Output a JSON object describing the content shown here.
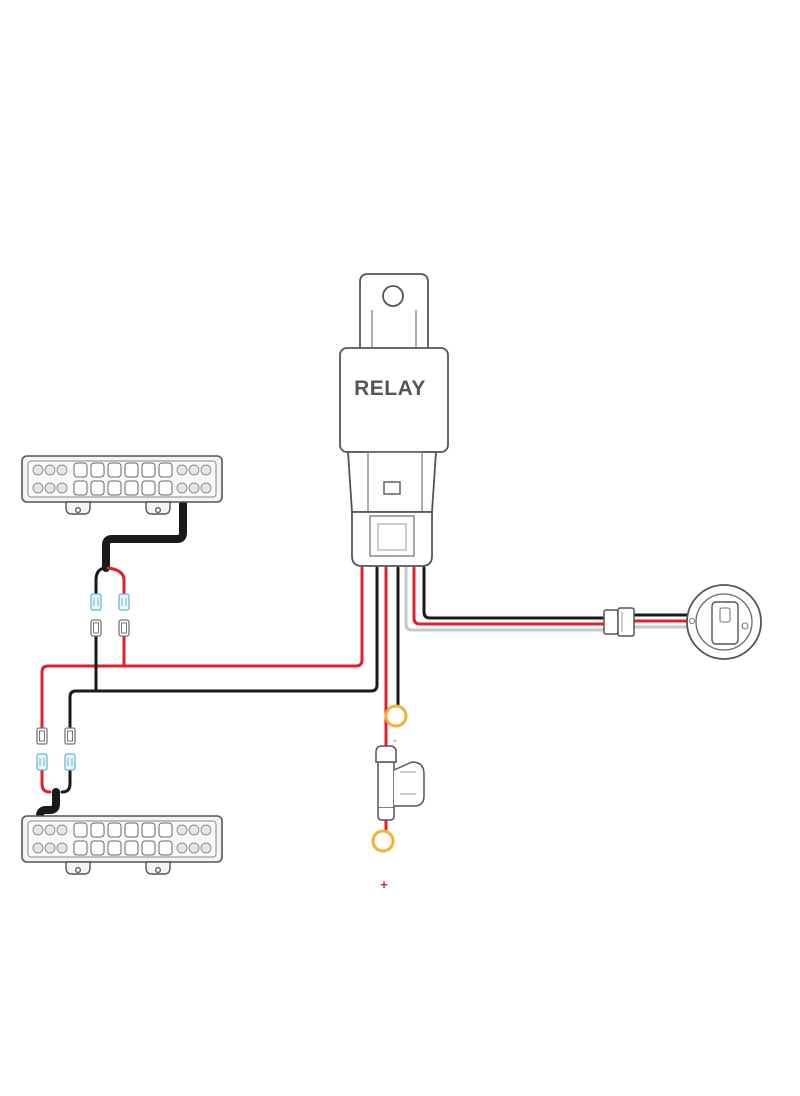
{
  "relay": {
    "label": "RELAY"
  },
  "battery": {
    "negative_label": "-",
    "positive_label": "+"
  },
  "colors": {
    "wire_red": "#e0202a",
    "wire_black": "#1a1a1a",
    "wire_white": "#c8c8c8",
    "ring_terminal": "#f2b233",
    "connector": "#8fd0e8",
    "outline": "#555555",
    "negative_label": "#b0b0b0",
    "positive_label": "#d42030"
  },
  "icons": [
    "relay",
    "light-bar",
    "rocker-switch",
    "fuse-holder",
    "ring-terminal",
    "spade-connector"
  ]
}
